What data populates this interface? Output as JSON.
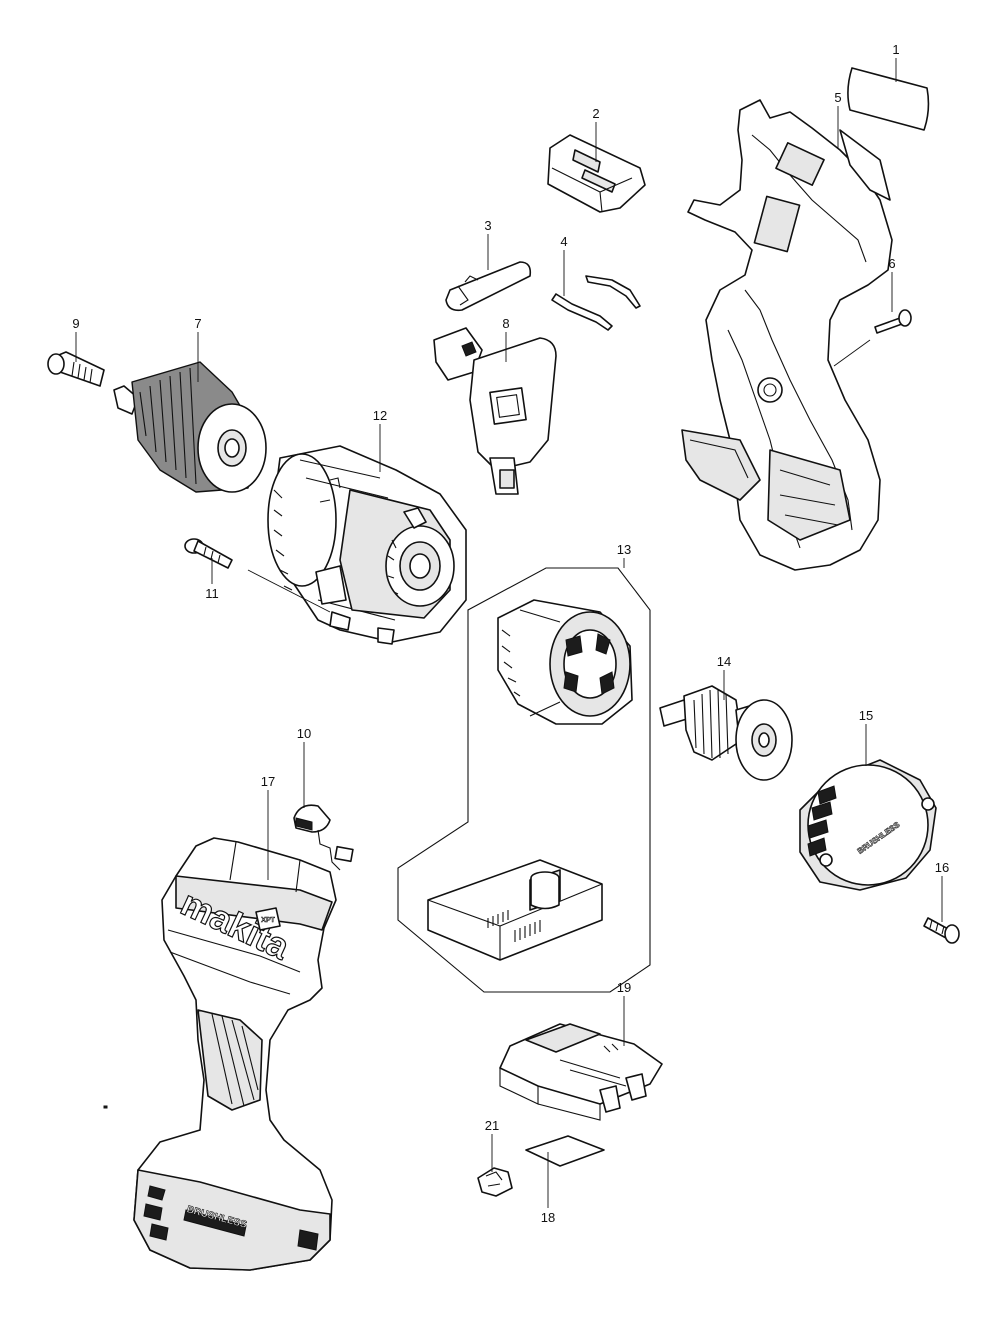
{
  "diagram": {
    "parts": [
      {
        "id": "p1",
        "number": "1",
        "icon": "label-plate-icon"
      },
      {
        "id": "p2",
        "number": "2",
        "icon": "switch-slider-icon"
      },
      {
        "id": "p3",
        "number": "3",
        "icon": "change-lever-icon"
      },
      {
        "id": "p4",
        "number": "4",
        "icon": "leaf-spring-icon"
      },
      {
        "id": "p5",
        "number": "5",
        "icon": "housing-half-icon"
      },
      {
        "id": "p6",
        "number": "6",
        "icon": "tapping-screw-icon"
      },
      {
        "id": "p7",
        "number": "7",
        "icon": "keyless-chuck-icon"
      },
      {
        "id": "p8",
        "number": "8",
        "icon": "trigger-switch-icon"
      },
      {
        "id": "p9",
        "number": "9",
        "icon": "chuck-screw-icon"
      },
      {
        "id": "p10",
        "number": "10",
        "icon": "led-light-icon"
      },
      {
        "id": "p11",
        "number": "11",
        "icon": "tapping-screw-icon"
      },
      {
        "id": "p12",
        "number": "12",
        "icon": "gear-assembly-icon"
      },
      {
        "id": "p13",
        "number": "13",
        "icon": "stator-controller-icon"
      },
      {
        "id": "p14",
        "number": "14",
        "icon": "rotor-icon"
      },
      {
        "id": "p15",
        "number": "15",
        "icon": "rear-cover-icon"
      },
      {
        "id": "p16",
        "number": "16",
        "icon": "tapping-screw-icon"
      },
      {
        "id": "p17",
        "number": "17",
        "icon": "housing-half-icon"
      },
      {
        "id": "p18",
        "number": "18",
        "icon": "label-plate-icon"
      },
      {
        "id": "p19",
        "number": "19",
        "icon": "terminal-icon"
      },
      {
        "id": "p21",
        "number": "21",
        "icon": "hook-icon"
      }
    ],
    "brand_text": "makita",
    "housing_text": "BRUSHLESS",
    "cover_text": "BRUSHLESS",
    "badge_text": "XPT",
    "line_color": "#111111",
    "background": "#ffffff"
  }
}
